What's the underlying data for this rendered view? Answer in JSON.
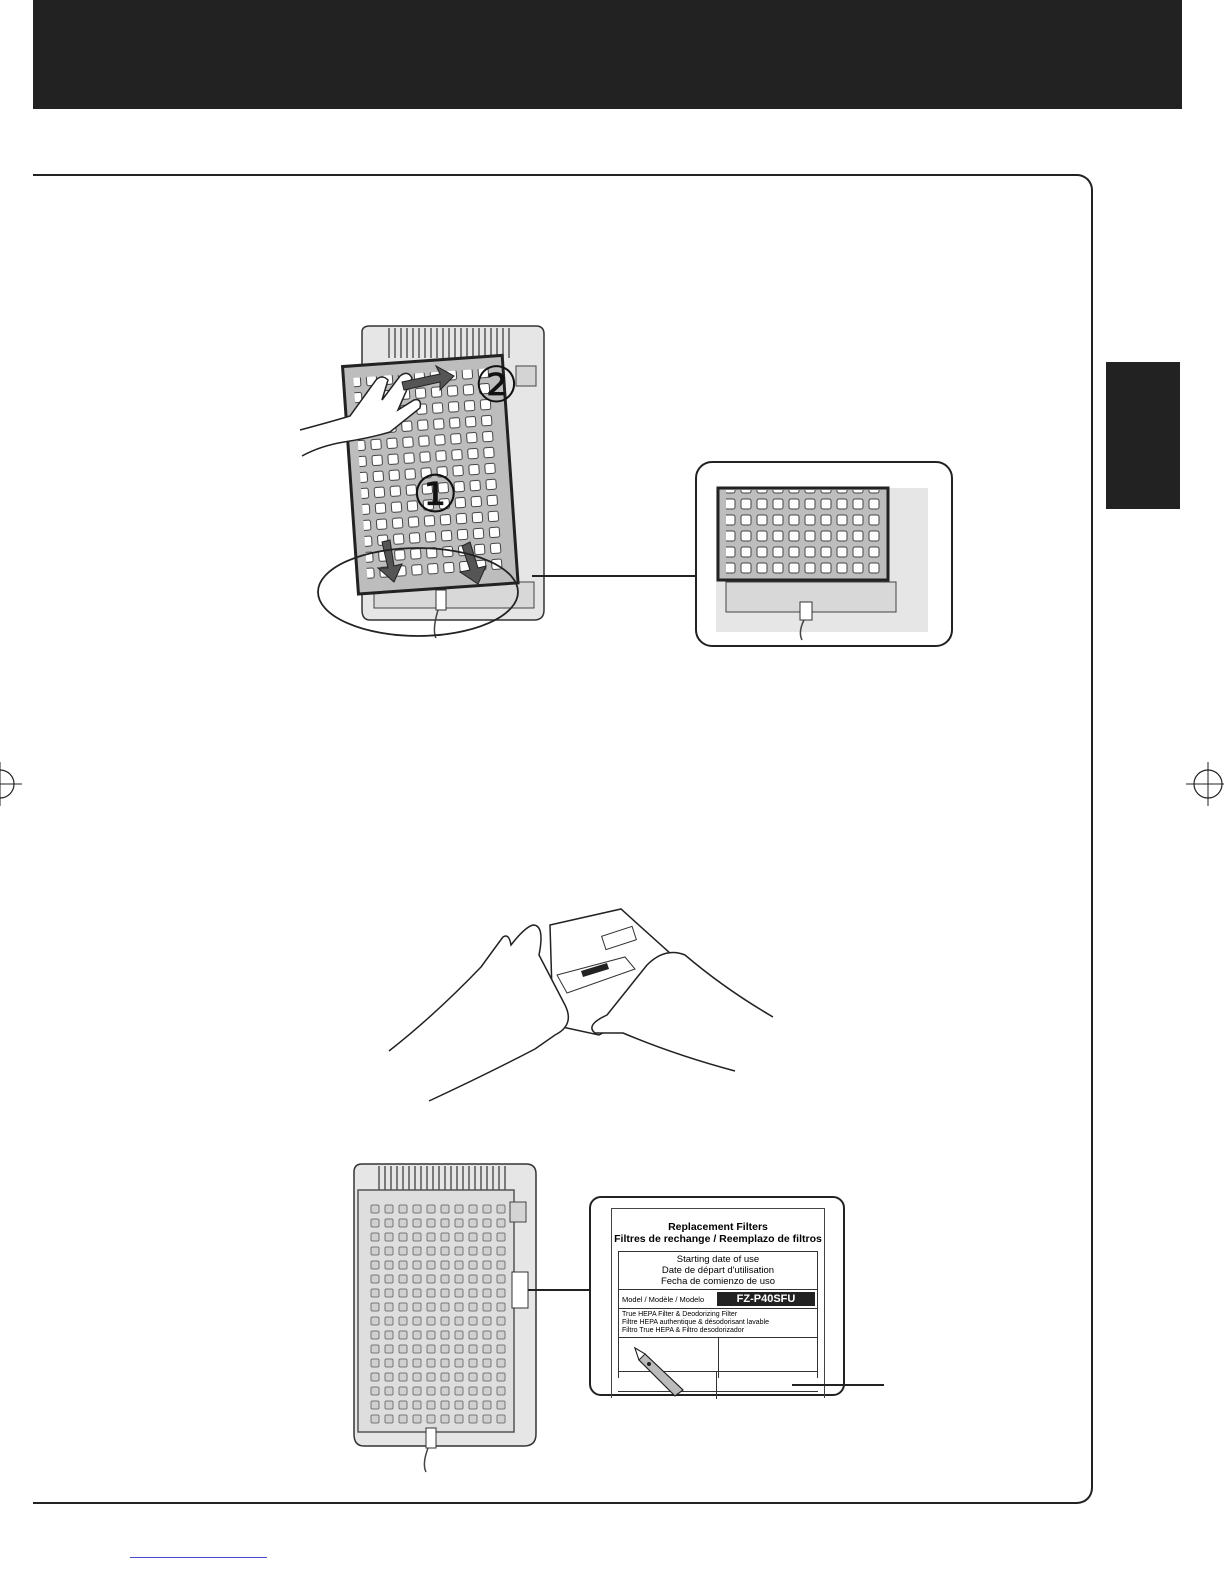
{
  "step1": {
    "callout_1": "①",
    "callout_2": "②"
  },
  "label": {
    "heading": "Replacement Filters",
    "subheading": "Filtres de rechange / Reemplazo de filtros",
    "date_en": "Starting date of use",
    "date_fr": "Date de départ d'utilisation",
    "date_es": "Fecha de comienzo de uso",
    "model_label": "Model / Modèle / Modelo",
    "model_value": "FZ-P40SFU",
    "filter_en": "True HEPA Filter & Deodorizing Filter",
    "filter_fr": "Filtre HEPA authentique & désodorisant lavable",
    "filter_es": "Filtro True HEPA & Filtro desodorizador",
    "date_sep": "."
  },
  "colors": {
    "header": "#222222",
    "tab": "#222222",
    "unit_body": "#e6e6e6",
    "filter_panel": "#bdbdbd",
    "line": "#222222"
  }
}
